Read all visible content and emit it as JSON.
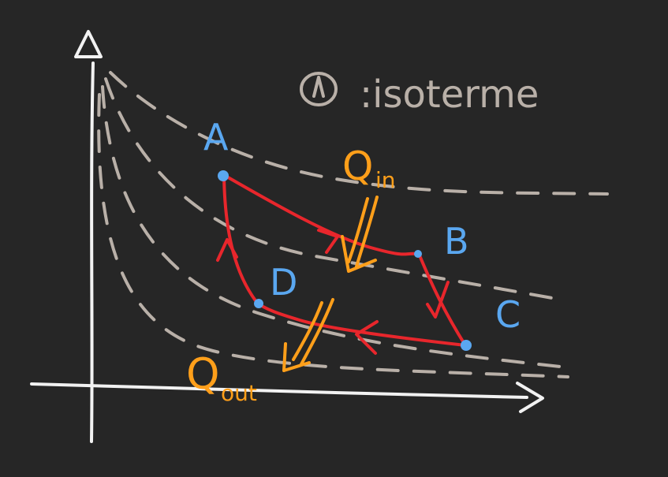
{
  "canvas": {
    "background": "#262626"
  },
  "colors": {
    "axes": "#f2f2f2",
    "isotherms": "#b9b0a8",
    "cycle": "#e8262c",
    "points": "#5aa7f0",
    "heat": "#ff9f1a"
  },
  "legend": {
    "label": ":isoterme",
    "marker": "circled-1"
  },
  "points": {
    "A": "A",
    "B": "B",
    "C": "C",
    "D": "D"
  },
  "heat": {
    "in": {
      "symbol": "Q",
      "subscript": "in"
    },
    "out": {
      "symbol": "Q",
      "subscript": "out"
    }
  }
}
